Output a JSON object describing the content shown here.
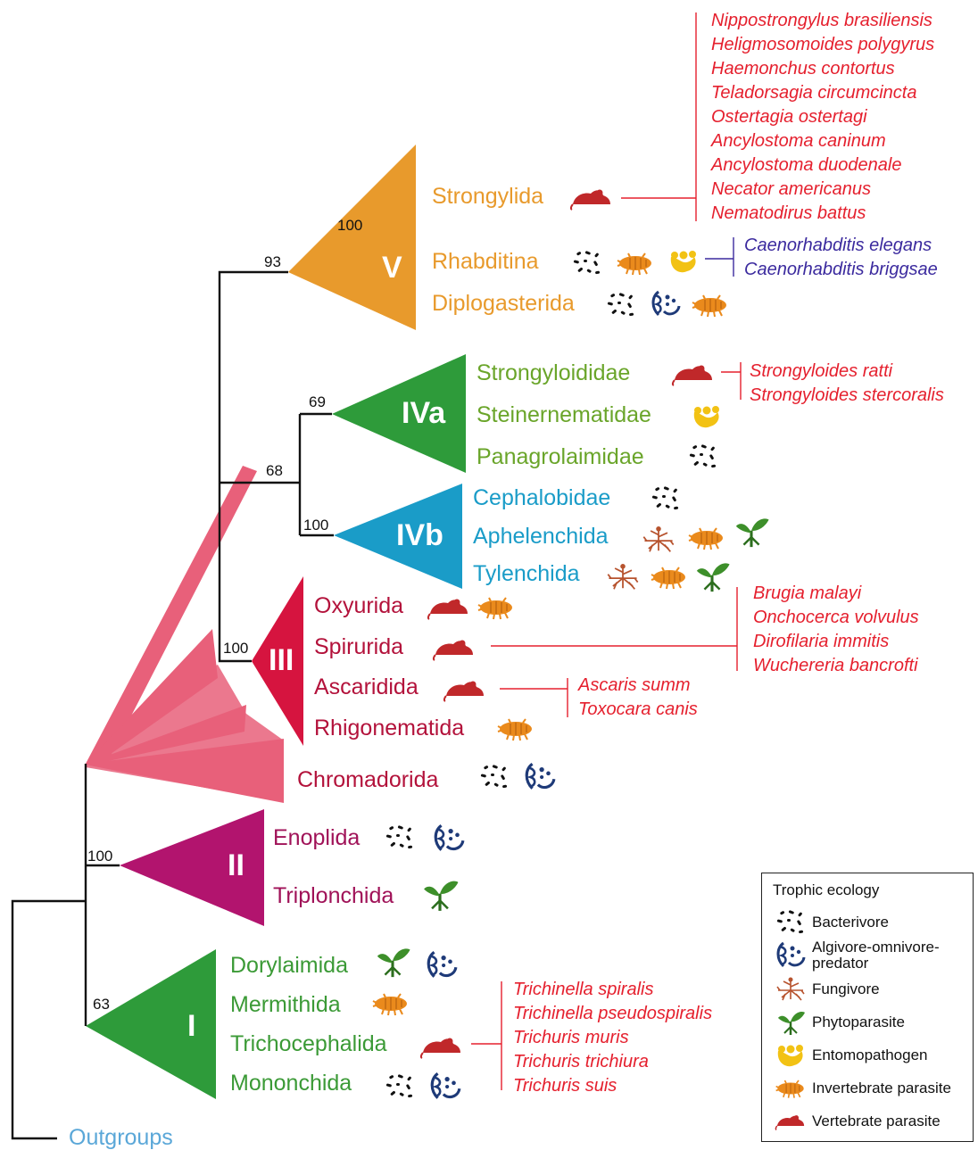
{
  "colors": {
    "clade_V": "#e89a2c",
    "clade_IVa": "#2e9b3a",
    "clade_IVb": "#1a9cc8",
    "clade_III": "#d6143f",
    "clade_II": "#b2146e",
    "clade_I": "#2e9b3a",
    "chromadorida": "#e8607a",
    "label_V": "#e89a2c",
    "label_IVa": "#6aa52a",
    "label_IVb": "#1a9cc8",
    "label_III": "#b3123b",
    "label_II": "#a01258",
    "label_I": "#3b9a36",
    "outgroups": "#5aa7d8",
    "vertebrate_parasite_species": "#e5202e",
    "model_species": "#3b2a9e",
    "branch": "#111111"
  },
  "clades": {
    "V": {
      "numeral": "V",
      "taxa": [
        "Strongylida",
        "Rhabditina",
        "Diplogasterida"
      ]
    },
    "IVa": {
      "numeral": "IVa",
      "taxa": [
        "Strongyloididae",
        "Steinernematidae",
        "Panagrolaimidae"
      ]
    },
    "IVb": {
      "numeral": "IVb",
      "taxa": [
        "Cephalobidae",
        "Aphelenchida",
        "Tylenchida"
      ]
    },
    "III": {
      "numeral": "III",
      "taxa": [
        "Oxyurida",
        "Spirurida",
        "Ascaridida",
        "Rhigonematida"
      ]
    },
    "chromadorida": "Chromadorida",
    "II": {
      "numeral": "II",
      "taxa": [
        "Enoplida",
        "Triplonchida"
      ]
    },
    "I": {
      "numeral": "I",
      "taxa": [
        "Dorylaimida",
        "Mermithida",
        "Trichocephalida",
        "Mononchida"
      ]
    },
    "outgroups": "Outgroups"
  },
  "bootstrap": {
    "V_inner": "100",
    "V_node": "93",
    "IVa": "69",
    "IV_node": "68",
    "IVb": "100",
    "III": "100",
    "II": "100",
    "I": "63"
  },
  "species": {
    "strongylida": [
      "Nippostrongylus brasiliensis",
      "Heligmosomoides polygyrus",
      "Haemonchus contortus",
      "Teladorsagia circumcincta",
      "Ostertagia ostertagi",
      "Ancylostoma caninum",
      "Ancylostoma duodenale",
      "Necator americanus",
      "Nematodirus battus"
    ],
    "rhabditina": [
      "Caenorhabditis elegans",
      "Caenorhabditis briggsae"
    ],
    "strongyloididae": [
      "Strongyloides ratti",
      "Strongyloides stercoralis"
    ],
    "spirurida": [
      "Brugia malayi",
      "Onchocerca volvulus",
      "Dirofilaria immitis",
      "Wuchereria bancrofti"
    ],
    "ascaridida": [
      "Ascaris summ",
      "Toxocara canis"
    ],
    "trichocephalida": [
      "Trichinella spiralis",
      "Trichinella pseudospiralis",
      "Trichuris muris",
      "Trichuris trichiura",
      "Trichuris suis"
    ]
  },
  "legend": {
    "title": "Trophic ecology",
    "items": [
      {
        "icon": "bacterivore-icon",
        "label": "Bacterivore"
      },
      {
        "icon": "algivore-icon",
        "label": "Algivore-omnivore-predator"
      },
      {
        "icon": "fungivore-icon",
        "label": "Fungivore"
      },
      {
        "icon": "phytoparasite-icon",
        "label": "Phytoparasite"
      },
      {
        "icon": "entomopathogen-icon",
        "label": "Entomopathogen"
      },
      {
        "icon": "invertebrate-parasite-icon",
        "label": "Invertebrate parasite"
      },
      {
        "icon": "vertebrate-parasite-icon",
        "label": "Vertebrate parasite"
      }
    ]
  }
}
